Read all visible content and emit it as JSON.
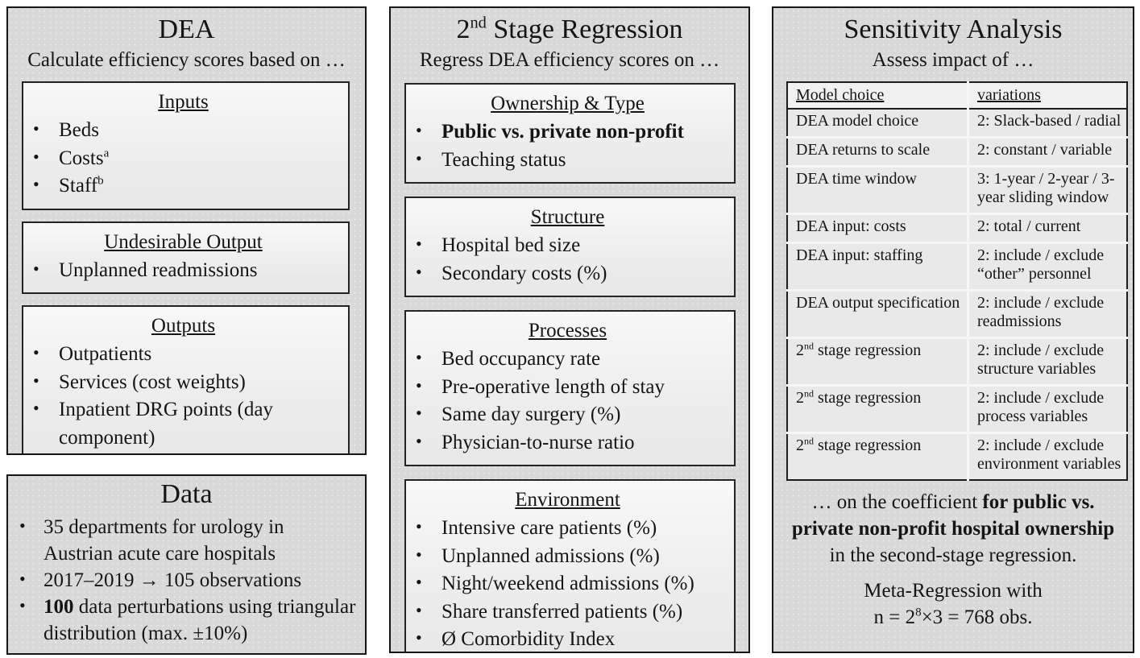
{
  "colors": {
    "panel_bg": "#d9d9d9",
    "box_bg_top": "#f8f8f8",
    "box_bg_bottom": "#e7e7e7",
    "border": "#161616",
    "table_cell_bg": "#e9e9e9",
    "table_header_bg": "#f1f1f1",
    "table_gutter": "#f6f6f6"
  },
  "panels": {
    "dea": {
      "title": "DEA",
      "subtitle": "Calculate efficiency scores based on …",
      "boxes": [
        {
          "heading": "Inputs",
          "items": [
            "Beds",
            "Costs<sup>a</sup>",
            "Staff<sup>b</sup>"
          ]
        },
        {
          "heading": "Undesirable Output",
          "items": [
            "Unplanned readmissions"
          ]
        },
        {
          "heading": "Outputs",
          "items": [
            "Outpatients",
            "Services (cost weights)",
            "Inpatient DRG points (day component)"
          ]
        }
      ]
    },
    "data": {
      "title": "Data",
      "items": [
        "35 departments for urology in Austrian acute care hospitals",
        "2017–2019 → 105 observations",
        "<b>100</b> data perturbations using triangular distribution (max. ±10%)"
      ]
    },
    "regression": {
      "title": "2<sup>nd</sup> Stage Regression",
      "subtitle": "Regress DEA efficiency scores on …",
      "boxes": [
        {
          "heading": "Ownership & Type",
          "items": [
            "<b>Public vs. private non-profit</b>",
            "Teaching status"
          ]
        },
        {
          "heading": "Structure",
          "items": [
            "Hospital bed size",
            "Secondary costs (%)"
          ]
        },
        {
          "heading": "Processes",
          "items": [
            "Bed occupancy rate",
            "Pre-operative length of stay",
            "Same day surgery (%)",
            "Physician-to-nurse ratio"
          ]
        },
        {
          "heading": "Environment",
          "items": [
            "Intensive care patients (%)",
            "Unplanned admissions (%)",
            "Night/weekend admissions (%)",
            "Share transferred patients (%)",
            "Ø Comorbidity Index"
          ]
        }
      ]
    },
    "sensitivity": {
      "title": "Sensitivity Analysis",
      "subtitle": "Assess impact of …",
      "table": {
        "headers": [
          "Model choice",
          "variations"
        ],
        "rows": [
          [
            "DEA model choice",
            "2: Slack-based / radial"
          ],
          [
            "DEA returns to scale",
            "2: constant / variable"
          ],
          [
            "DEA time window",
            "3: 1-year / 2-year / 3-year sliding window"
          ],
          [
            "DEA input: costs",
            "2: total / current"
          ],
          [
            "DEA input: staffing",
            "2: include / exclude “other” personnel"
          ],
          [
            "DEA output specification",
            "2: include / exclude readmissions"
          ],
          [
            "2<sup>nd</sup> stage regression",
            "2: include / exclude structure variables"
          ],
          [
            "2<sup>nd</sup> stage regression",
            "2: include / exclude process variables"
          ],
          [
            "2<sup>nd</sup> stage regression",
            "2: include / exclude environment variables"
          ]
        ]
      },
      "note": "… on the coefficient <b>for public vs. private non-profit hospital ownership</b> in the second-stage regression.",
      "meta_line1": "Meta-Regression with",
      "meta_line2": "n = 2<sup>8</sup>×3 = 768 obs."
    }
  }
}
